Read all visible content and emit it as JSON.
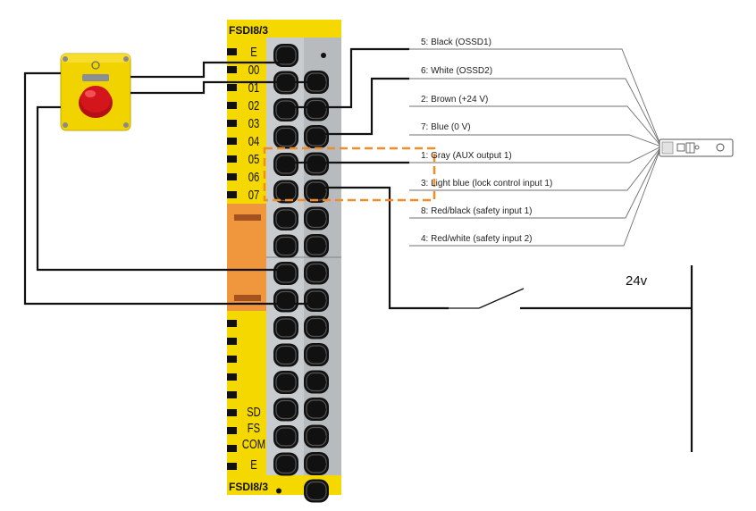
{
  "module": {
    "name_top": "FSDI8/3",
    "name_bottom": "FSDI8/3",
    "top_labels": [
      "E",
      "00",
      "01",
      "02",
      "03",
      "04",
      "05",
      "06",
      "07"
    ],
    "bottom_labels": [
      "SD",
      "FS",
      "COM",
      "E"
    ]
  },
  "wire_labels": [
    "5: Black (OSSD1)",
    "6: White (OSSD2)",
    "2: Brown (+24 V)",
    "7: Blue (0 V)",
    "1: Gray (AUX output 1)",
    "3: Light blue (lock control input 1)",
    "8: Red/black (safety input 1)",
    "4: Red/white (safety input 2)"
  ],
  "supply_label": "24v",
  "colors": {
    "module_yellow": "#f5d800",
    "orange_block": "#f0963c",
    "terminal_gray": "#c9ccce",
    "highlight_dash": "#f28c28",
    "estop_red": "#d3151c"
  },
  "icons": {
    "estop": "emergency-stop-button-icon",
    "sensor": "rfid-safety-sensor-icon",
    "switch": "switch-contact-icon"
  }
}
